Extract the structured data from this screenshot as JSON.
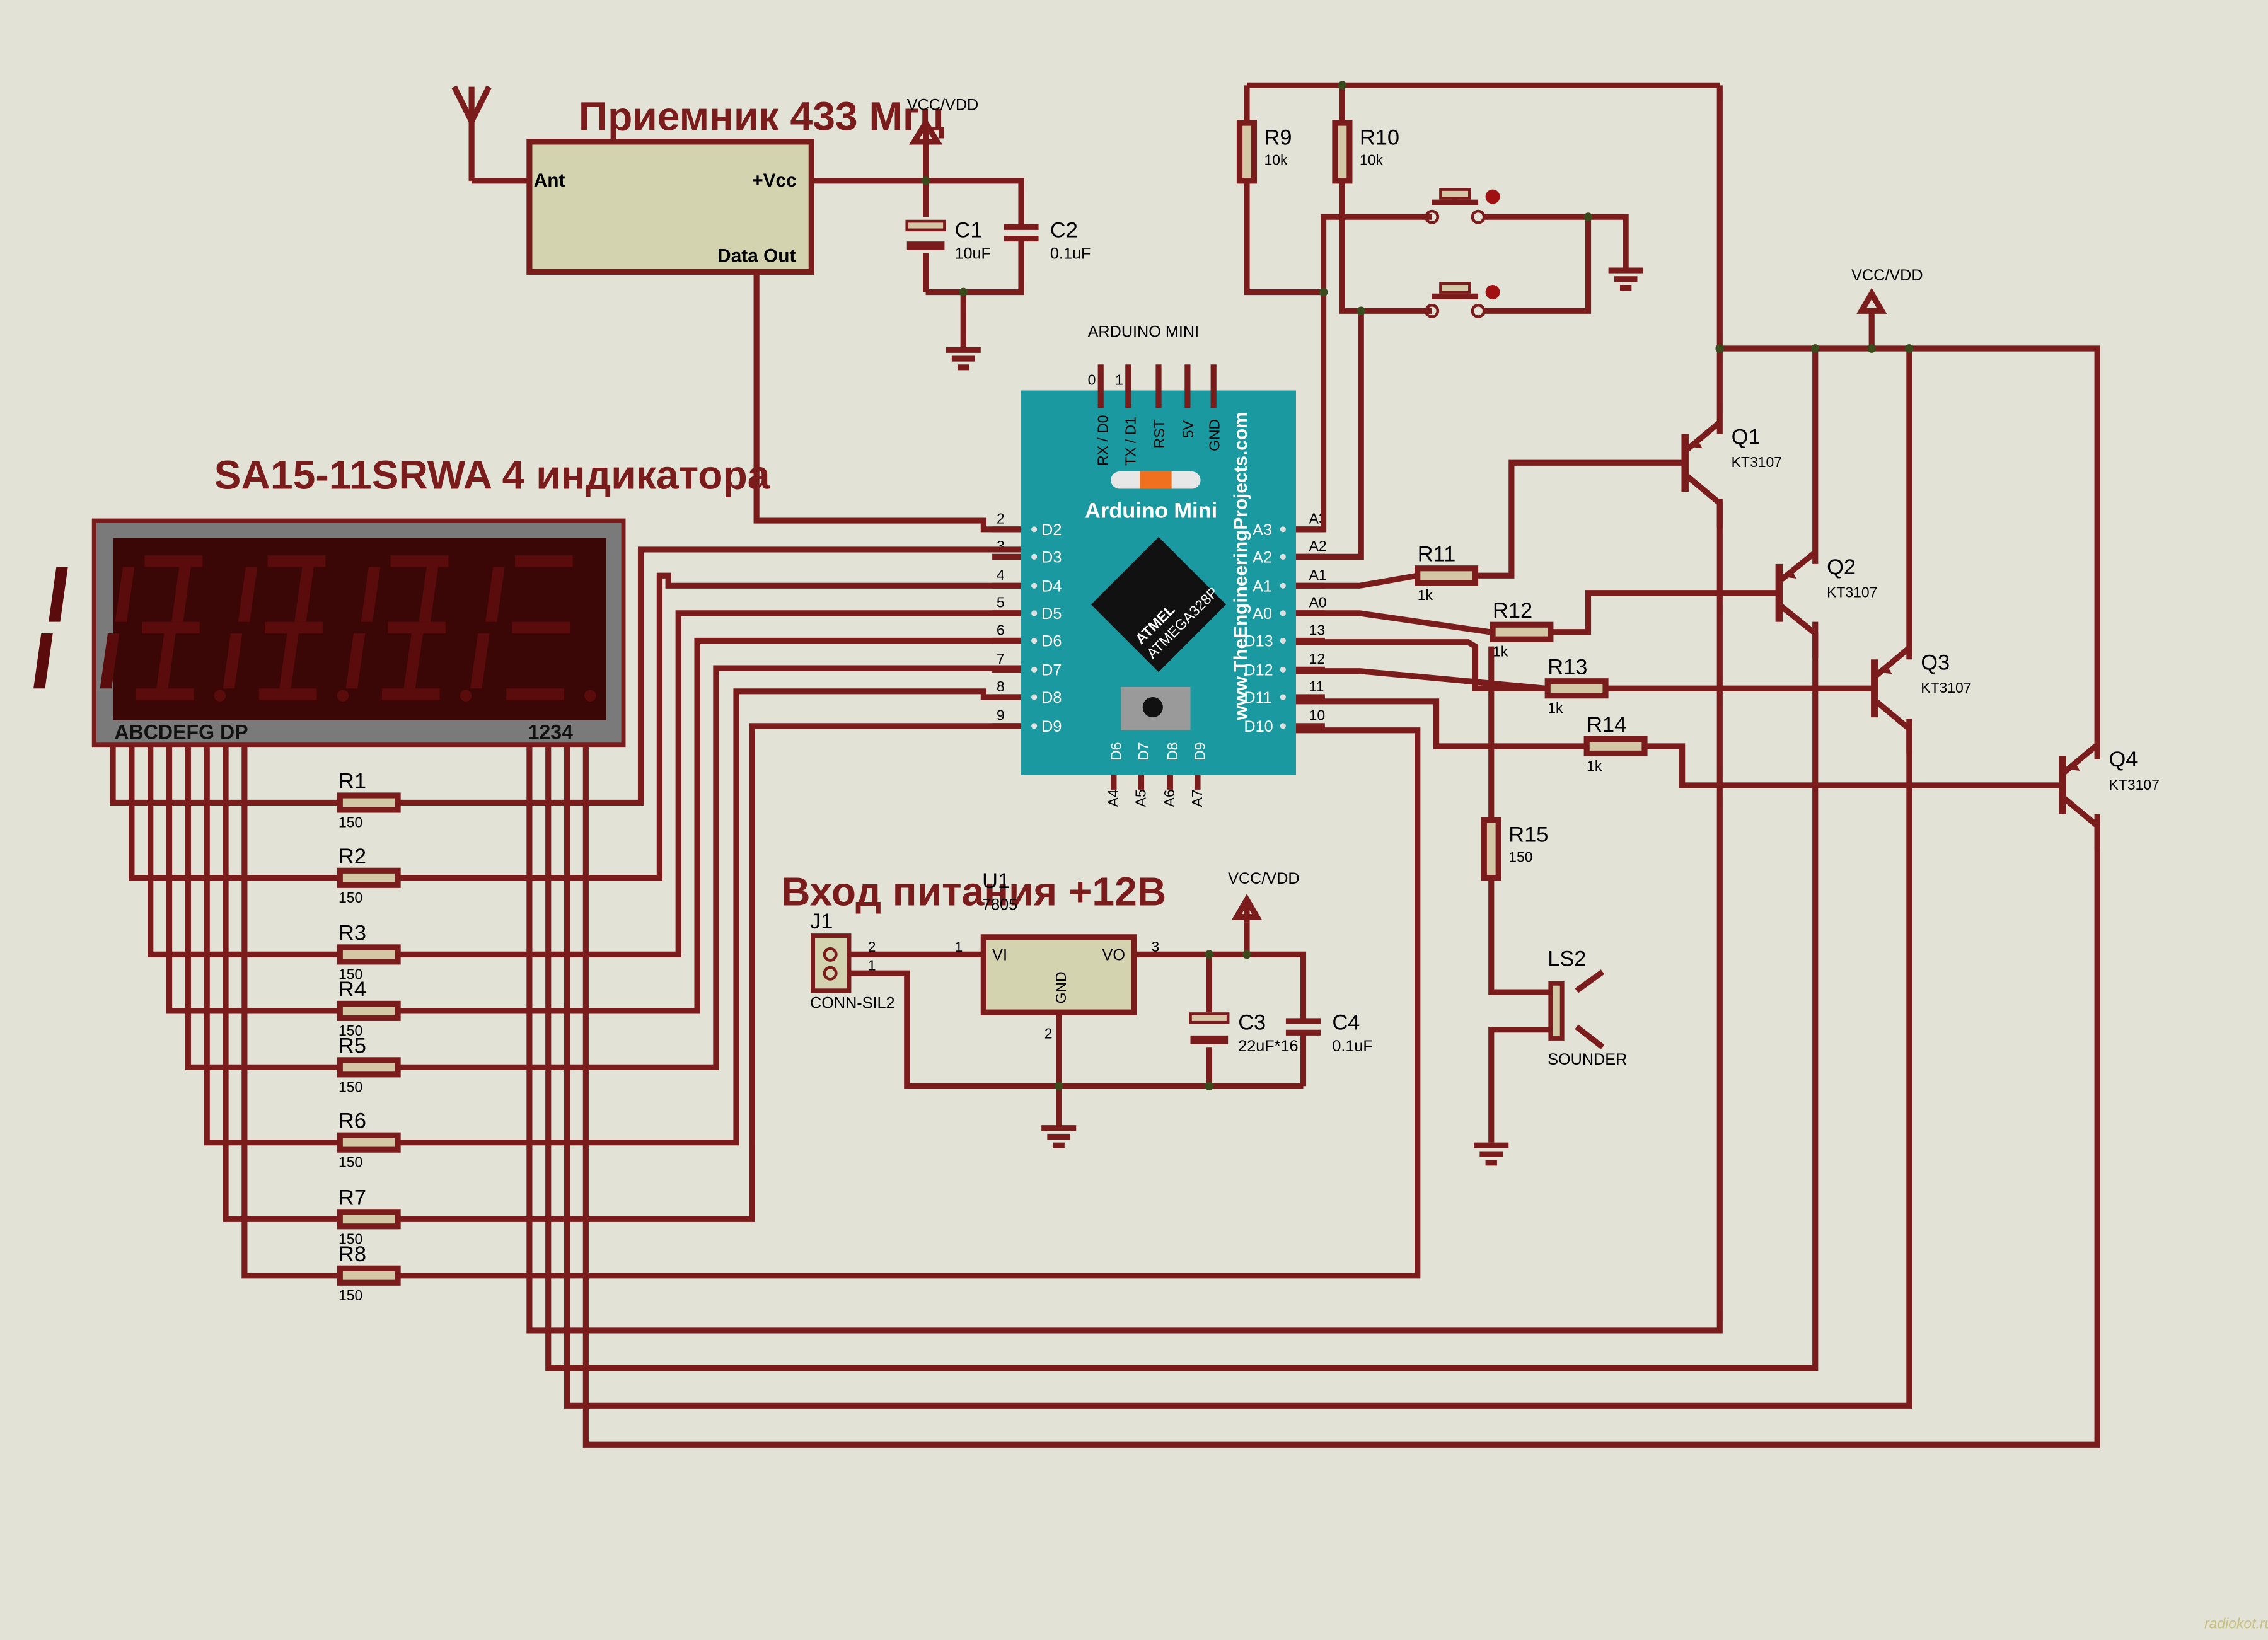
{
  "antenna_label": "",
  "receiver": {
    "title": "Приемник 433 Мгц",
    "ant": "Ant",
    "vcc": "+Vcc",
    "data_out": "Data Out"
  },
  "power_labels": {
    "vcc1": "VCC/VDD",
    "vcc2": "VCC/VDD",
    "vcc3": "VCC/VDD"
  },
  "capacitors": [
    {
      "ref": "C1",
      "value": "10uF"
    },
    {
      "ref": "C2",
      "value": "0.1uF"
    },
    {
      "ref": "C3",
      "value": "22uF*16"
    },
    {
      "ref": "C4",
      "value": "0.1uF"
    }
  ],
  "arduino": {
    "header": "ARDUINO MINI",
    "name": "Arduino Mini",
    "chip_brand": "ATMEL",
    "chip_model": "ATMEGA328P",
    "website": "www.TheEngineeringProjects.com",
    "top_pins": [
      "RX / D0",
      "TX / D1",
      "RST",
      "5V",
      "GND"
    ],
    "top_nums": [
      "0",
      "1"
    ],
    "left_pins": [
      "D2",
      "D3",
      "D4",
      "D5",
      "D6",
      "D7",
      "D8",
      "D9"
    ],
    "left_nums": [
      "2",
      "3",
      "4",
      "5",
      "6",
      "7",
      "8",
      "9"
    ],
    "right_pins": [
      "A3",
      "A2",
      "A1",
      "A0",
      "D13",
      "D12",
      "D11",
      "D10"
    ],
    "right_nums": [
      "A3",
      "A2",
      "A1",
      "A0",
      "13",
      "12",
      "11",
      "10"
    ],
    "bottom_pins": [
      "D6",
      "D7",
      "D8",
      "D9"
    ],
    "bottom_nums": [
      "A4",
      "A5",
      "A6",
      "A7"
    ]
  },
  "display": {
    "title": "SA15-11SRWA 4 индикатора",
    "segments_label": "ABCDEFG  DP",
    "digits_label": "1234"
  },
  "resistors": [
    {
      "ref": "R1",
      "value": "150"
    },
    {
      "ref": "R2",
      "value": "150"
    },
    {
      "ref": "R3",
      "value": "150"
    },
    {
      "ref": "R4",
      "value": "150"
    },
    {
      "ref": "R5",
      "value": "150"
    },
    {
      "ref": "R6",
      "value": "150"
    },
    {
      "ref": "R7",
      "value": "150"
    },
    {
      "ref": "R8",
      "value": "150"
    },
    {
      "ref": "R9",
      "value": "10k"
    },
    {
      "ref": "R10",
      "value": "10k"
    },
    {
      "ref": "R11",
      "value": "1k"
    },
    {
      "ref": "R12",
      "value": "1k"
    },
    {
      "ref": "R13",
      "value": "1k"
    },
    {
      "ref": "R14",
      "value": "1k"
    },
    {
      "ref": "R15",
      "value": "150"
    }
  ],
  "transistors": [
    {
      "ref": "Q1",
      "value": "KT3107"
    },
    {
      "ref": "Q2",
      "value": "KT3107"
    },
    {
      "ref": "Q3",
      "value": "KT3107"
    },
    {
      "ref": "Q4",
      "value": "KT3107"
    }
  ],
  "regulator": {
    "ref": "U1",
    "value": "7805",
    "vi": "VI",
    "vo": "VO",
    "gnd": "GND",
    "pin1": "1",
    "pin2": "2",
    "pin3": "3"
  },
  "connector": {
    "title": "Вход питания +12В",
    "ref": "J1",
    "value": "CONN-SIL2",
    "pin1": "1",
    "pin2": "2"
  },
  "sounder": {
    "ref": "LS2",
    "value": "SOUNDER"
  },
  "watermark": "radiokot.ru"
}
